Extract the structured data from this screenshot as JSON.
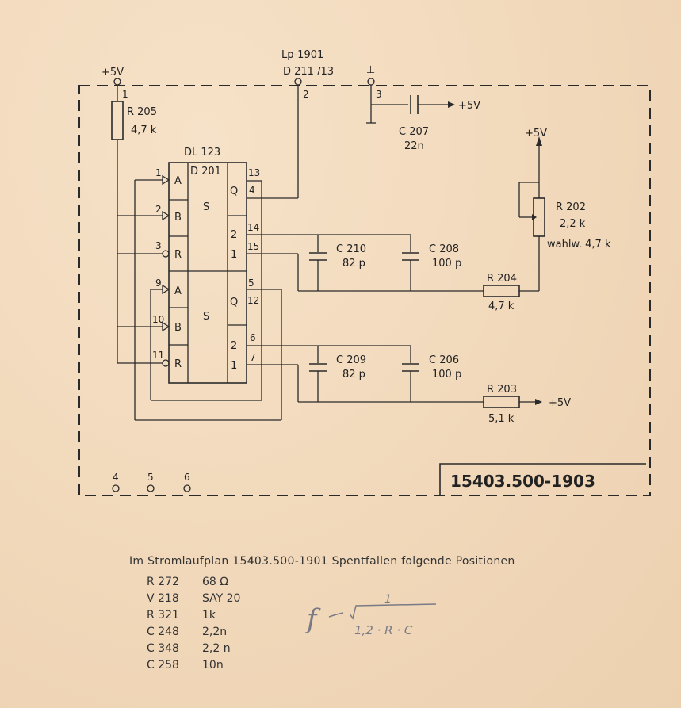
{
  "labels": {
    "vcc_left": "+5V",
    "pin1_top": "1",
    "lp": "Lp-1901",
    "d211": "D 211 /13",
    "pin2_top": "2",
    "gnd": "⊥",
    "pin3_top": "3",
    "vcc_c207": "+5V",
    "c207_name": "C 207",
    "c207_val": "22n",
    "r205_name": "R 205",
    "r205_val": "4,7 k",
    "dl": "DL 123",
    "d201": "D 201",
    "s_top": "S",
    "s_bot": "S",
    "q_top": "Q",
    "q_bot": "Q",
    "a_top": "A",
    "b_top": "B",
    "r_top": "R",
    "a_bot": "A",
    "b_bot": "B",
    "r_bot": "R",
    "box2_top": "2",
    "box1_top": "1",
    "box2_bot": "2",
    "box1_bot": "1",
    "p1": "1",
    "p2": "2",
    "p3": "3",
    "p9": "9",
    "p10": "10",
    "p11": "11",
    "p13": "13",
    "p4": "4",
    "p14": "14",
    "p15": "15",
    "p5": "5",
    "p12": "12",
    "p6": "6",
    "p7": "7",
    "vcc_r202": "+5V",
    "r202_name": "R 202",
    "r202_val": "2,2 k",
    "r202_alt": "wahlw. 4,7 k",
    "c210_name": "C 210",
    "c210_val": "82 p",
    "c208_name": "C 208",
    "c208_val": "100 p",
    "r204_name": "R 204",
    "r204_val": "4,7 k",
    "c209_name": "C 209",
    "c209_val": "82 p",
    "c206_name": "C 206",
    "c206_val": "100 p",
    "r203_name": "R 203",
    "r203_val": "5,1 k",
    "vcc_r203": "+5V",
    "pin4_bot": "4",
    "pin5_bot": "5",
    "pin6_bot": "6",
    "drawing_no": "15403.500-1903"
  },
  "notes": {
    "title": "Im Stromlaufplan  15403.500-1901  Spentfallen  folgende  Positionen",
    "items": [
      {
        "ref": "R 272",
        "value": "68 Ω"
      },
      {
        "ref": "V 218",
        "value": "SAY 20"
      },
      {
        "ref": "R 321",
        "value": "1k"
      },
      {
        "ref": "C 248",
        "value": "2,2n"
      },
      {
        "ref": "C 348",
        "value": "2,2 n"
      },
      {
        "ref": "C 258",
        "value": "10n"
      }
    ]
  },
  "formula": {
    "lhs": "f",
    "numerator": "1",
    "denominator": "1,2 · R · C"
  }
}
